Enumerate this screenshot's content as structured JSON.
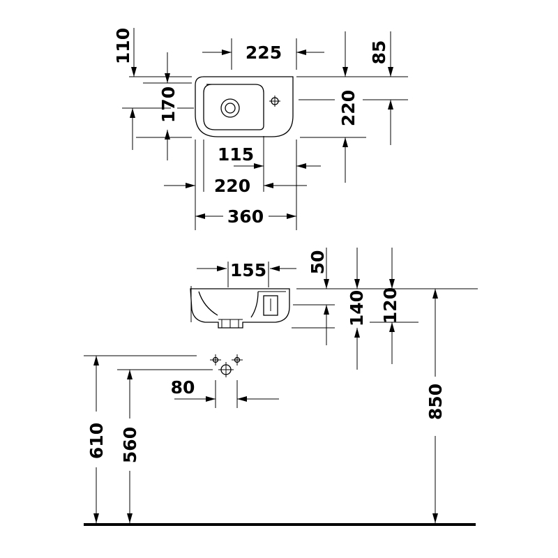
{
  "drawing": {
    "top_view": {
      "width_upper": "225",
      "offset_top": "110",
      "depth_right": "85",
      "bowl_depth": "170",
      "overall_depth": "220",
      "tap_offset": "115",
      "bowl_width": "220",
      "overall_width": "360"
    },
    "side_view": {
      "bowl_length": "155",
      "rim_thickness": "50",
      "bowl_height": "140",
      "front_height": "120",
      "installation_height": "850"
    },
    "wall_connections": {
      "connection_spacing": "80",
      "supply_height": "610",
      "waste_height": "560"
    }
  }
}
